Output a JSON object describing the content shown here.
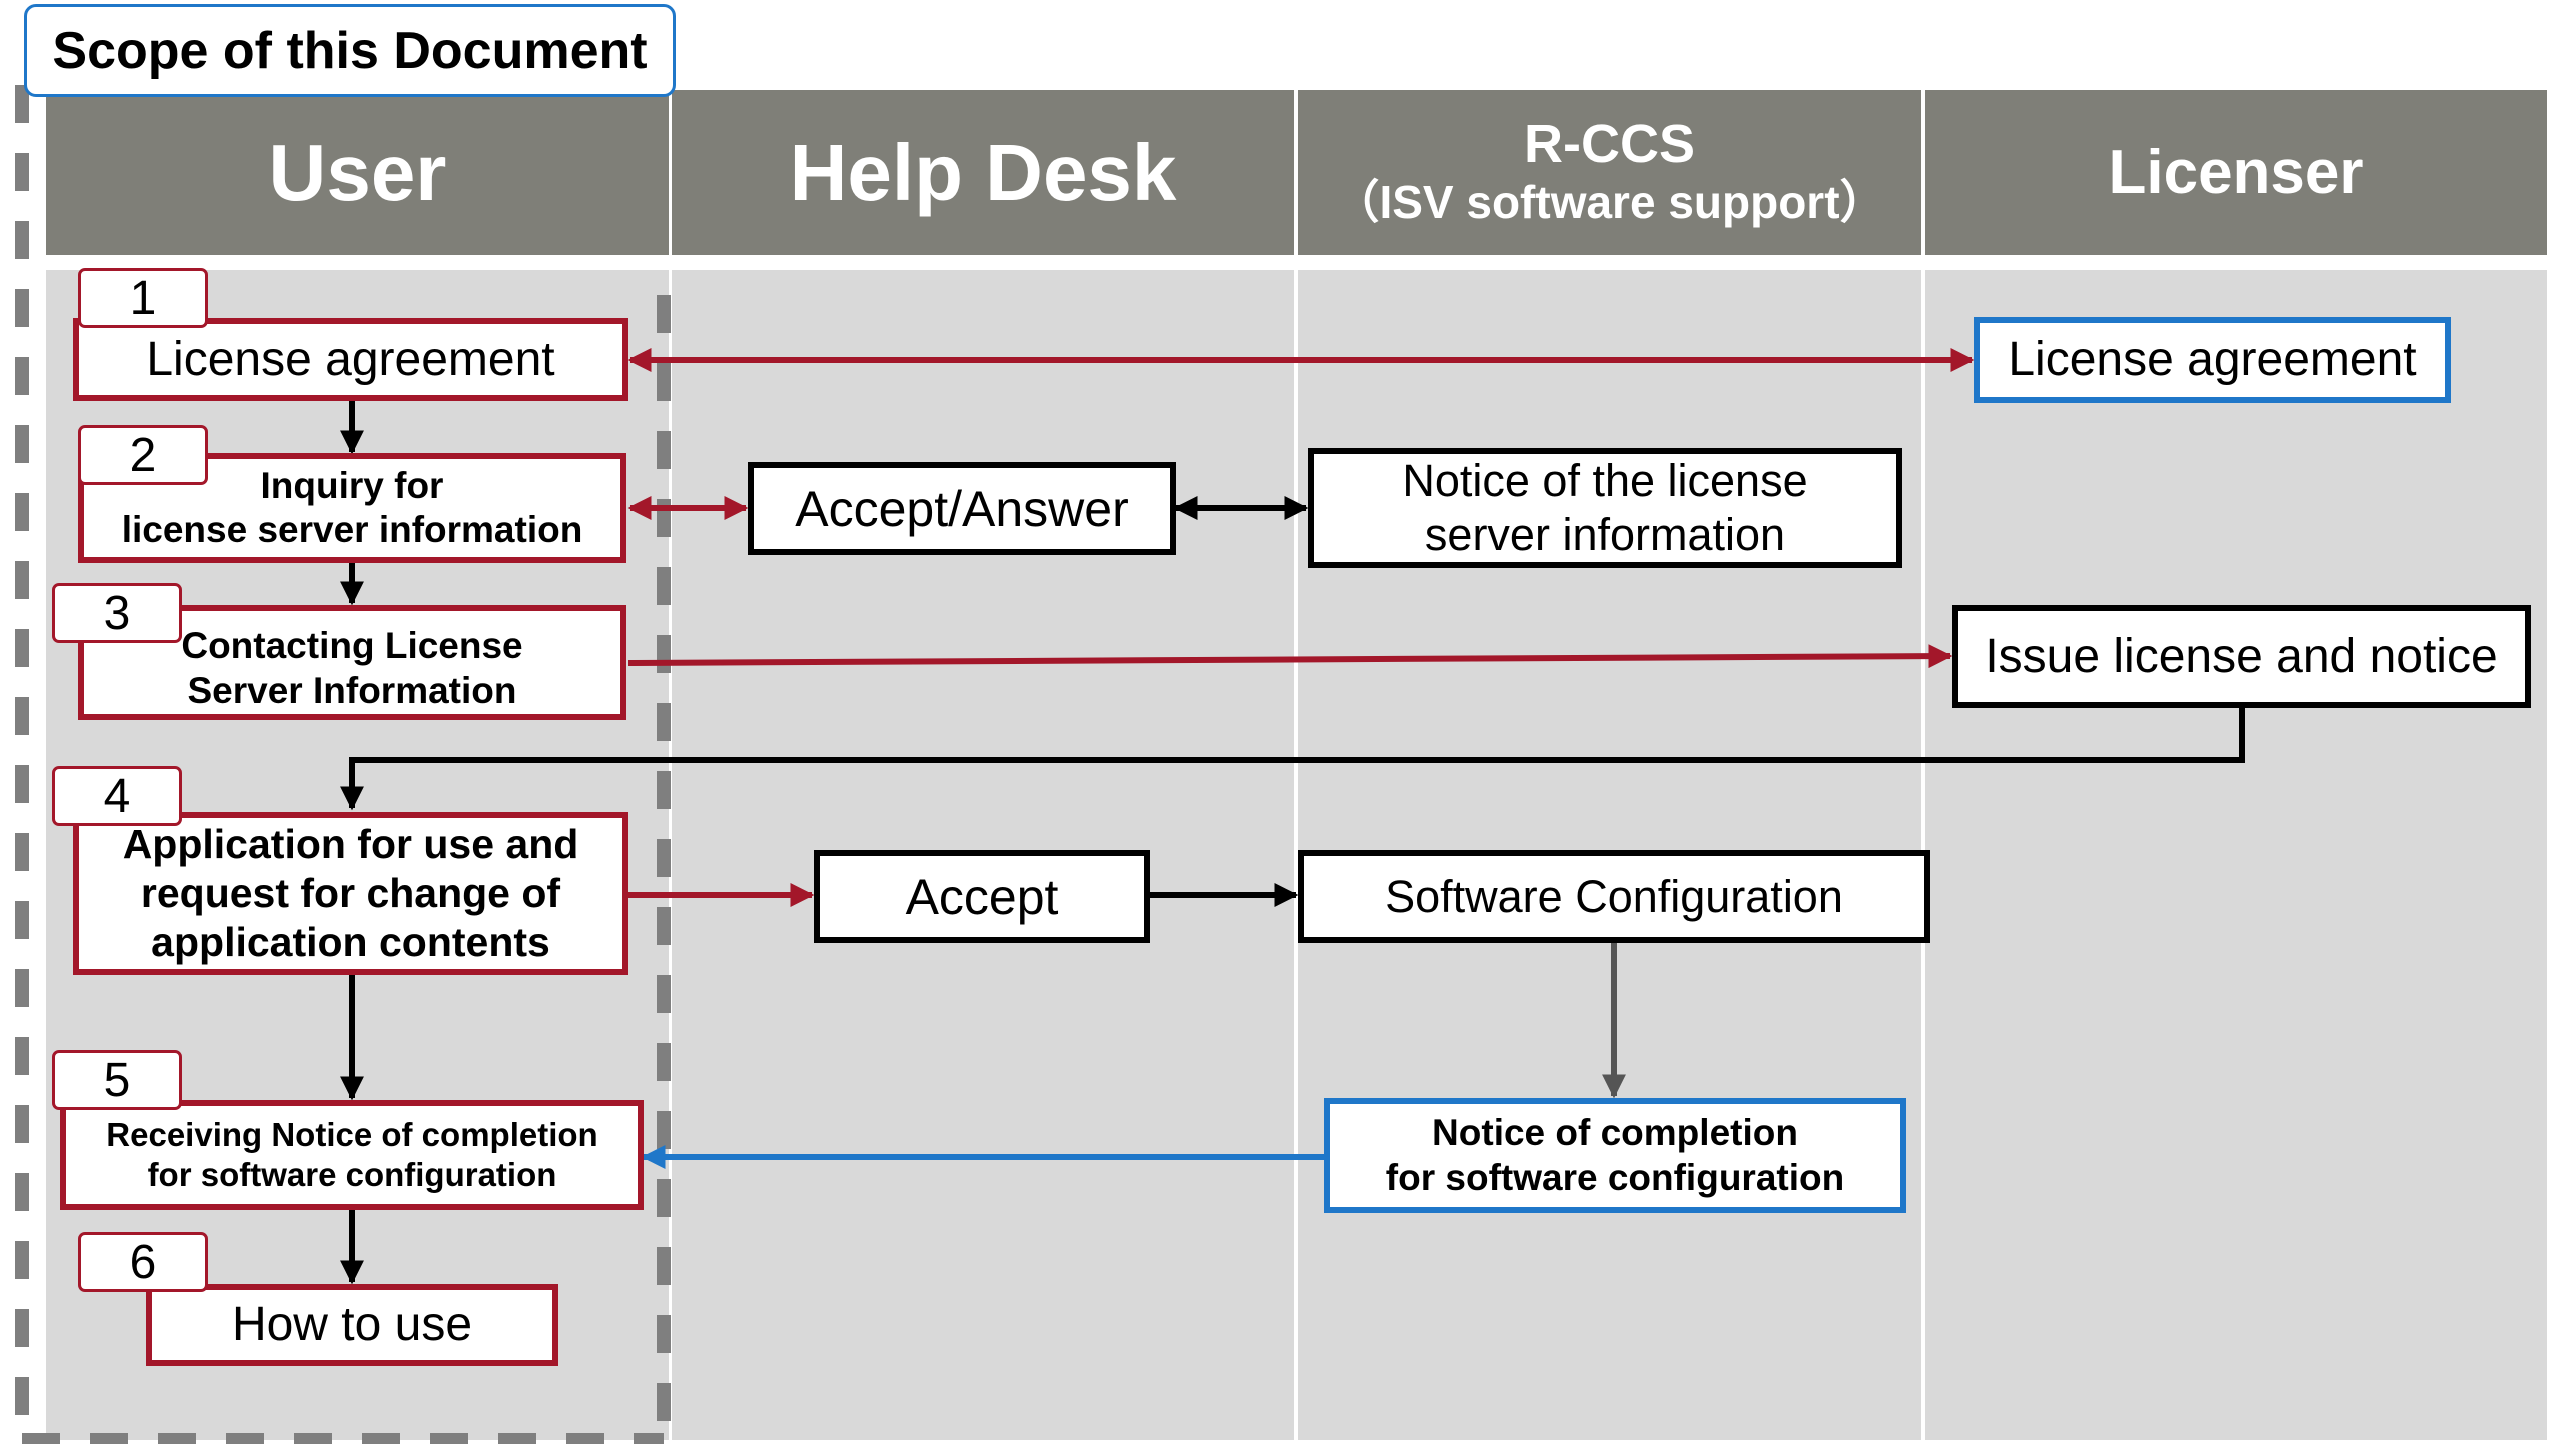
{
  "scope_label": "Scope of this Document",
  "lanes": [
    {
      "id": "user",
      "title": "User",
      "subtitle": ""
    },
    {
      "id": "helpdesk",
      "title": "Help Desk",
      "subtitle": ""
    },
    {
      "id": "rccs",
      "title": "R-CCS",
      "subtitle": "（ISV software support）"
    },
    {
      "id": "licenser",
      "title": "Licenser",
      "subtitle": ""
    }
  ],
  "steps": {
    "s1": {
      "num": "1",
      "label": "License agreement"
    },
    "s2": {
      "num": "2",
      "label": "Inquiry for\nlicense server information"
    },
    "s3": {
      "num": "3",
      "label": "Contacting License\nServer Information"
    },
    "s4": {
      "num": "4",
      "label": "Application for use and\nrequest for change of\napplication contents"
    },
    "s5": {
      "num": "5",
      "label": "Receiving Notice of completion\nfor software configuration"
    },
    "s6": {
      "num": "6",
      "label": "How to use"
    }
  },
  "helpdesk": {
    "accept_answer": "Accept/Answer",
    "accept": "Accept"
  },
  "rccs": {
    "notice_license_server": "Notice of the license\nserver information",
    "software_configuration": "Software Configuration",
    "notice_completion": "Notice of completion\nfor software configuration"
  },
  "licenser": {
    "license_agreement": "License agreement",
    "issue_license": "Issue license and notice"
  },
  "colors": {
    "red": "#a3172a",
    "blue": "#1f77c9",
    "black": "#000000",
    "gray_arrow": "#555555",
    "lane_header": "#7f7f78",
    "lane_body": "#d9d9d9",
    "scope_border": "#7f7f7f"
  }
}
